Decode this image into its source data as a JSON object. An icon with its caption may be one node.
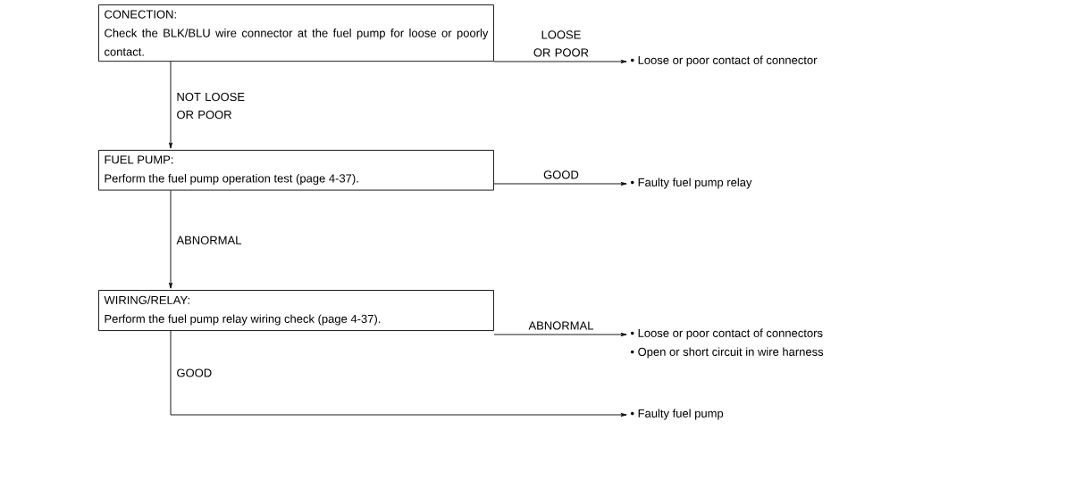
{
  "diagram": {
    "nodes": [
      {
        "text": [
          "CONECTION:",
          "Check the BLK/BLU wire connector at the fuel pump for loose or poorly contact."
        ]
      },
      {
        "text": [
          "FUEL PUMP:",
          "Perform the fuel pump operation test (page 4-37)."
        ]
      },
      {
        "text": [
          "WIRING/RELAY:",
          "Perform the fuel pump relay wiring check (page 4-37)."
        ]
      },
      {
        "text": [
          "• Loose or poor contact of connector"
        ]
      },
      {
        "text": [
          "• Faulty fuel pump relay"
        ]
      },
      {
        "text": [
          "• Loose or poor contact of connectors",
          "• Open or short circuit in wire harness"
        ]
      },
      {
        "text": [
          "• Faulty fuel pump"
        ]
      }
    ],
    "edges": [
      {
        "from": 0,
        "to": 3,
        "arrow": "to",
        "label": "LOOSE OR POOR"
      },
      {
        "from": 0,
        "to": 1,
        "arrow": "to",
        "label": "NOT LOOSE OR POOR"
      },
      {
        "from": 1,
        "to": 4,
        "arrow": "to",
        "label": "GOOD"
      },
      {
        "from": 1,
        "to": 2,
        "arrow": "to",
        "label": "ABNORMAL"
      },
      {
        "from": 2,
        "to": 5,
        "arrow": "to",
        "label": "ABNORMAL"
      },
      {
        "from": 2,
        "to": 6,
        "arrow": "to",
        "label": "GOOD"
      }
    ]
  }
}
